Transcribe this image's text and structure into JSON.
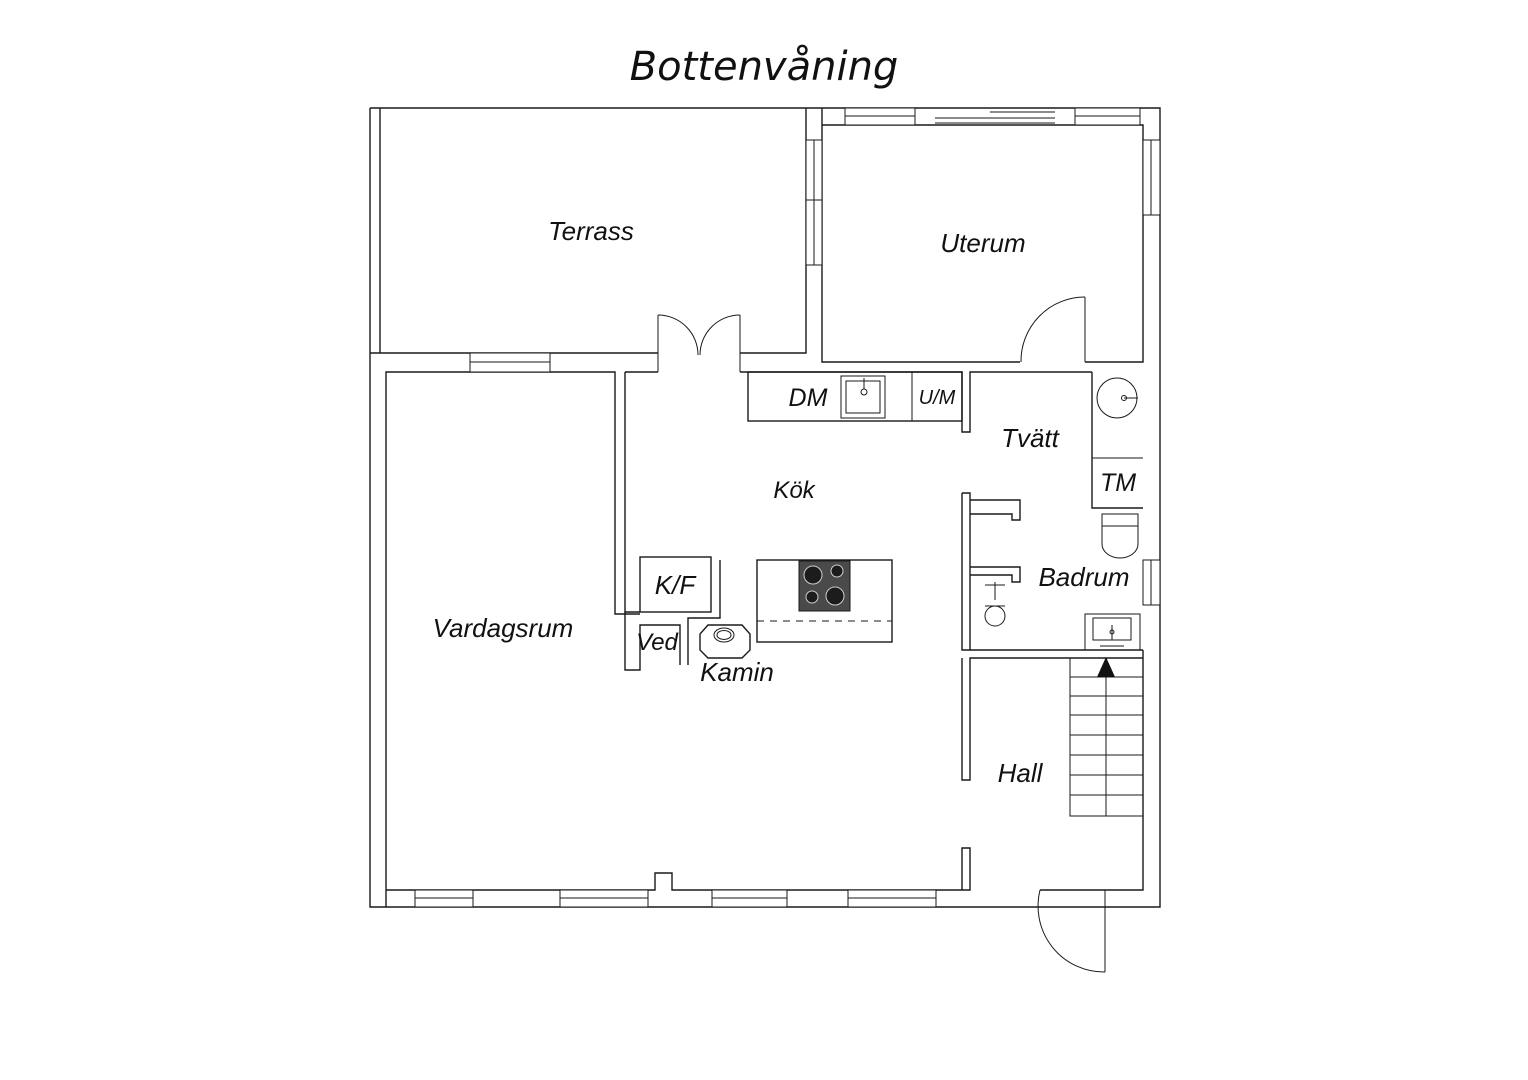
{
  "title": "Bottenvåning",
  "rooms": {
    "terrass": "Terrass",
    "uterum": "Uterum",
    "vardagsrum": "Vardagsrum",
    "kok": "Kök",
    "tvatt": "Tvätt",
    "badrum": "Badrum",
    "hall": "Hall"
  },
  "fixtures": {
    "dm": "DM",
    "um": "U/M",
    "tm": "TM",
    "kf": "K/F",
    "ved": "Ved",
    "kamin": "Kamin"
  },
  "colors": {
    "line": "#1a1a1a",
    "stove": "#4a4a4a",
    "background": "#ffffff"
  }
}
